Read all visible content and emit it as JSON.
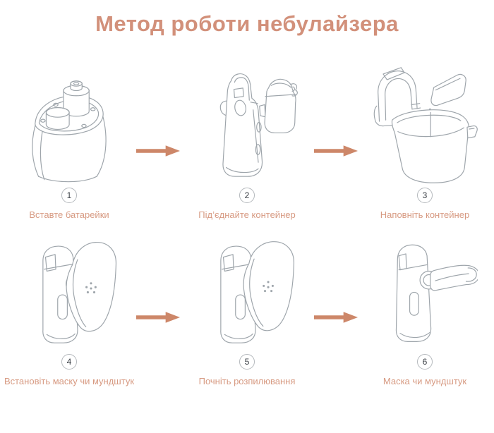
{
  "title": "Метод роботи небулайзера",
  "colors": {
    "accent_title": "#d2907a",
    "label": "#d79a82",
    "arrow": "#cd8769",
    "line_art": "#9ea5ab",
    "number": "#3a3f45",
    "circle_border": "#b5b9bd",
    "background": "#ffffff"
  },
  "steps": [
    {
      "number": "1",
      "label": "Вставте батарейки",
      "illustration": "device-top-batteries-icon"
    },
    {
      "number": "2",
      "label": "Під’єднайте контейнер",
      "illustration": "unit-and-container-icon"
    },
    {
      "number": "3",
      "label": "Наповніть контейнер",
      "illustration": "fill-container-cup-drop-icon"
    },
    {
      "number": "4",
      "label": "Встановіть маску чи мундштук",
      "illustration": "device-with-mask-icon"
    },
    {
      "number": "5",
      "label": "Почніть розпилювання",
      "illustration": "device-with-mask-spray-icon"
    },
    {
      "number": "6",
      "label": "Маска чи мундштук",
      "illustration": "device-with-mouthpiece-icon"
    }
  ],
  "arrow_icon": "right-arrow-icon"
}
